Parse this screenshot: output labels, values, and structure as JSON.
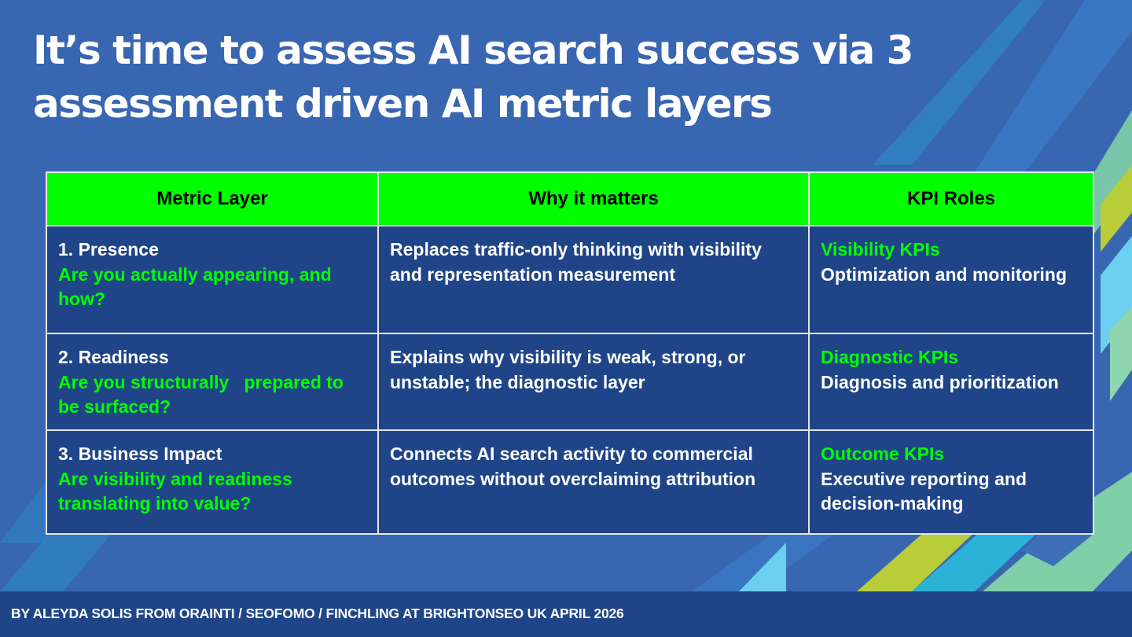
{
  "slide": {
    "title": "It’s time to assess AI search success via 3 assessment driven AI metric layers",
    "footer": "BY ALEYDA SOLIS FROM ORAINTI / SEOFOMO / FINCHLING AT BRIGHTONSEO UK APRIL 2026"
  },
  "table": {
    "headers": [
      "Metric Layer",
      "Why it matters",
      "KPI Roles"
    ],
    "rows": [
      {
        "layer": "1. Presence",
        "question": "Are you actually appearing, and how?",
        "why": "Replaces traffic-only thinking with visibility and representation measurement",
        "kpi": "Visibility KPIs",
        "role": "Optimization and monitoring"
      },
      {
        "layer": "2. Readiness",
        "question": "Are you structurally   prepared to be surfaced?",
        "why": "Explains why visibility is weak, strong, or unstable; the diagnostic layer",
        "kpi": "Diagnostic KPIs",
        "role": "Diagnosis and prioritization"
      },
      {
        "layer": "3. Business Impact",
        "question": "Are visibility and readiness translating into value?",
        "why": "Connects AI search activity to commercial outcomes without overclaiming attribution",
        "kpi": "Outcome KPIs",
        "role": "Executive reporting and decision-making"
      }
    ]
  },
  "colors": {
    "background": "#3866b0",
    "cell_bg": "#1f4588",
    "header_bg": "#00ff00",
    "accent_text": "#00ff00",
    "footer_bg": "#1f4588"
  }
}
